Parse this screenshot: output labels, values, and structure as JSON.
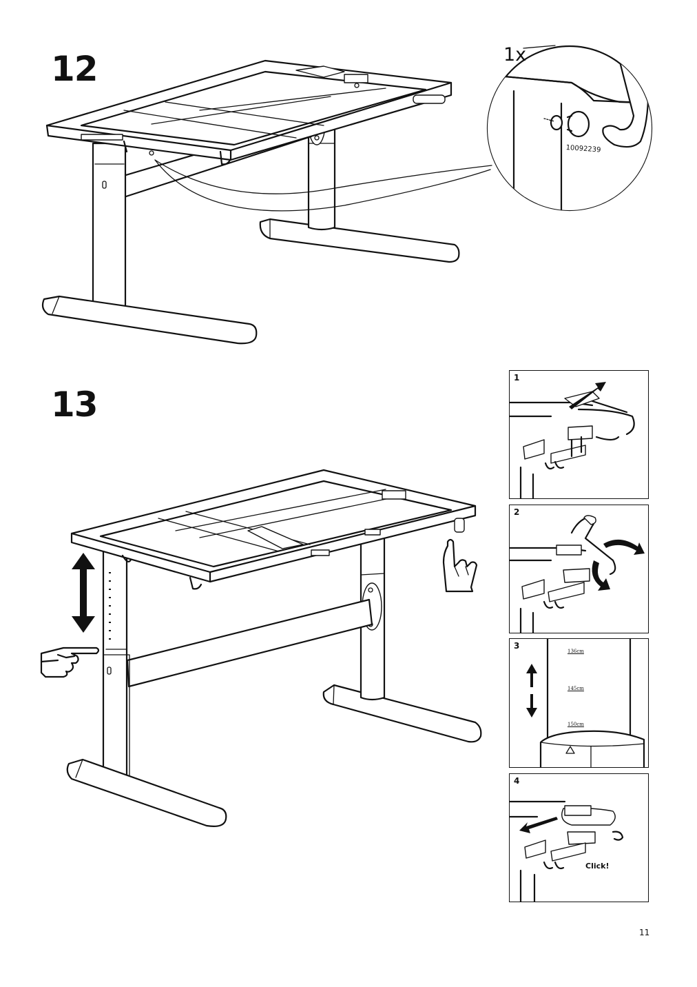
{
  "steps": {
    "first": "12",
    "second": "13"
  },
  "detail": {
    "quantity": "1x",
    "part_number": "10092239"
  },
  "panels": [
    {
      "number": "1"
    },
    {
      "number": "2"
    },
    {
      "number": "3",
      "scale": [
        "136cm",
        "145cm",
        "150cm"
      ]
    },
    {
      "number": "4",
      "callout": "Click!"
    }
  ],
  "page_number": "11",
  "icons": {
    "height_arrow": "double-vertical-arrow-icon",
    "pointing_hand": "pointing-hand-icon",
    "finger_hand": "raised-finger-hand-icon"
  }
}
